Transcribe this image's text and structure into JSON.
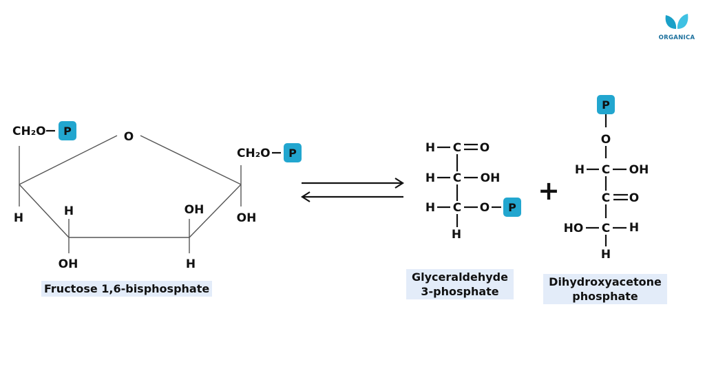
{
  "brand": {
    "name": "ORGANICA",
    "color": "#1aa0c8"
  },
  "colors": {
    "phosphate_fill": "#22a6cf",
    "caption_bg": "#e3ecf9",
    "ink": "#111111"
  },
  "fructose": {
    "ch2o_left": "CH₂O",
    "ch2o_right": "CH₂O",
    "ring_o": "O",
    "h_left": "H",
    "h_c3": "H",
    "oh_c3": "OH",
    "oh_c4": "OH",
    "h_c4": "H",
    "oh_right": "OH",
    "label": "Fructose 1,6-bisphosphate"
  },
  "g3p": {
    "h1": "H",
    "c1": "C",
    "o1": "O",
    "h2": "H",
    "c2": "C",
    "oh2": "OH",
    "h3": "H",
    "c3": "C",
    "o3": "O",
    "h_bottom": "H",
    "label_line1": "Glyceraldehyde",
    "label_line2": "3-phosphate"
  },
  "dhap": {
    "o_top": "O",
    "h1": "H",
    "c1": "C",
    "oh1": "OH",
    "c2": "C",
    "o2": "O",
    "ho3": "HO",
    "c3": "C",
    "h3": "H",
    "h_bottom": "H",
    "label_line1": "Dihydroxyacetone",
    "label_line2": "phosphate"
  },
  "phosphate_symbol": "P",
  "plus": "+"
}
